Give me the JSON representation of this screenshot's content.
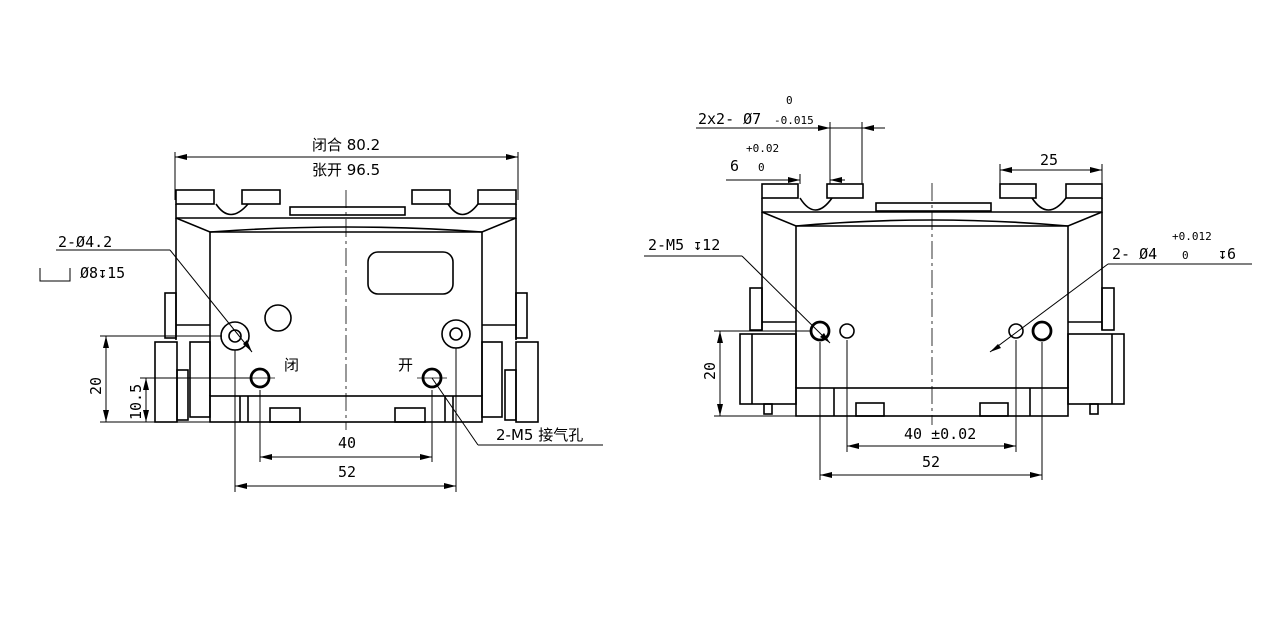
{
  "left_view": {
    "closed_label": "闭合 80.2",
    "open_label": "张开 96.5",
    "hole_callout": "2-Ø4.2",
    "counterbore_callout": "Ø8↧15",
    "close_port_mark": "闭",
    "open_port_mark": "开",
    "air_port_callout": "2-M5 接气孔",
    "dim_40": "40",
    "dim_52": "52",
    "dim_20": "20",
    "dim_10_5": "10.5"
  },
  "right_view": {
    "pin_callout_main": "2x2- Ø7",
    "pin_tol_upper": "0",
    "pin_tol_lower": "-0.015",
    "dim_6": "6",
    "dim_6_tol_upper": "+0.02",
    "dim_6_tol_lower": "0",
    "dim_25": "25",
    "thread_callout": "2-M5 ↧12",
    "pin_hole_callout": "2- Ø4",
    "pin_hole_tol_upper": "+0.012",
    "pin_hole_tol_lower": "0",
    "pin_hole_depth": "↧6",
    "dim_40_tol": "40 ±0.02",
    "dim_52": "52",
    "dim_20": "20"
  }
}
